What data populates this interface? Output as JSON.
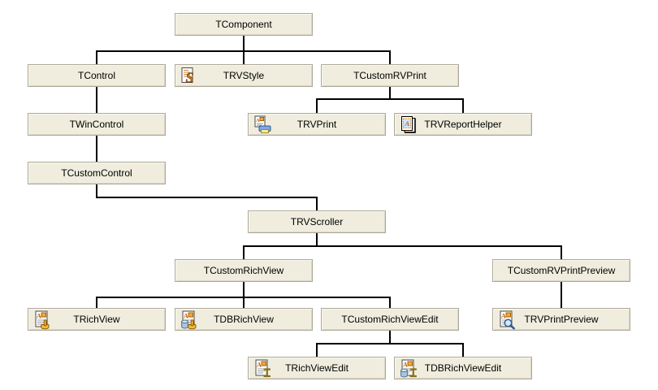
{
  "diagram": {
    "nodes": [
      {
        "id": "tcomponent",
        "label": "TComponent",
        "icon": null
      },
      {
        "id": "tcontrol",
        "label": "TControl",
        "icon": null
      },
      {
        "id": "trvstyle",
        "label": "TRVStyle",
        "icon": "rvstyle-icon"
      },
      {
        "id": "tcustomrvprint",
        "label": "TCustomRVPrint",
        "icon": null
      },
      {
        "id": "twincontrol",
        "label": "TWinControl",
        "icon": null
      },
      {
        "id": "trvprint",
        "label": "TRVPrint",
        "icon": "print-icon"
      },
      {
        "id": "trvreporthelper",
        "label": "TRVReportHelper",
        "icon": "report-helper-icon"
      },
      {
        "id": "tcustomcontrol",
        "label": "TCustomControl",
        "icon": null
      },
      {
        "id": "trvscroller",
        "label": "TRVScroller",
        "icon": null
      },
      {
        "id": "tcustomrichview",
        "label": "TCustomRichView",
        "icon": null
      },
      {
        "id": "tcustomrvprintpreview",
        "label": "TCustomRVPrintPreview",
        "icon": null
      },
      {
        "id": "trichview",
        "label": "TRichView",
        "icon": "richview-icon"
      },
      {
        "id": "tdbrichview",
        "label": "TDBRichView",
        "icon": "db-richview-icon"
      },
      {
        "id": "tcustomrichviewedit",
        "label": "TCustomRichViewEdit",
        "icon": null
      },
      {
        "id": "trvprintpreview",
        "label": "TRVPrintPreview",
        "icon": "print-preview-icon"
      },
      {
        "id": "trichviewedit",
        "label": "TRichViewEdit",
        "icon": "richview-edit-icon"
      },
      {
        "id": "tdbrichviewedit",
        "label": "TDBRichViewEdit",
        "icon": "db-richview-edit-icon"
      }
    ],
    "edges": [
      {
        "parent": "tcomponent",
        "children": [
          "tcontrol",
          "trvstyle",
          "tcustomrvprint"
        ]
      },
      {
        "parent": "tcontrol",
        "children": [
          "twincontrol"
        ]
      },
      {
        "parent": "twincontrol",
        "children": [
          "tcustomcontrol"
        ]
      },
      {
        "parent": "tcustomcontrol",
        "children": [
          "trvscroller"
        ]
      },
      {
        "parent": "tcustomrvprint",
        "children": [
          "trvprint",
          "trvreporthelper"
        ]
      },
      {
        "parent": "trvscroller",
        "children": [
          "tcustomrichview",
          "tcustomrvprintpreview"
        ]
      },
      {
        "parent": "tcustomrichview",
        "children": [
          "trichview",
          "tdbrichview",
          "tcustomrichviewedit"
        ]
      },
      {
        "parent": "tcustomrvprintpreview",
        "children": [
          "trvprintpreview"
        ]
      },
      {
        "parent": "tcustomrichviewedit",
        "children": [
          "trichviewedit",
          "tdbrichviewedit"
        ]
      }
    ],
    "colors": {
      "background": "#ffffff",
      "box_fill": "#f0edde",
      "box_border": "#aca899",
      "connector": "#000000",
      "icon_orange": "#e08a24",
      "icon_blue": "#3a6ea5"
    }
  }
}
